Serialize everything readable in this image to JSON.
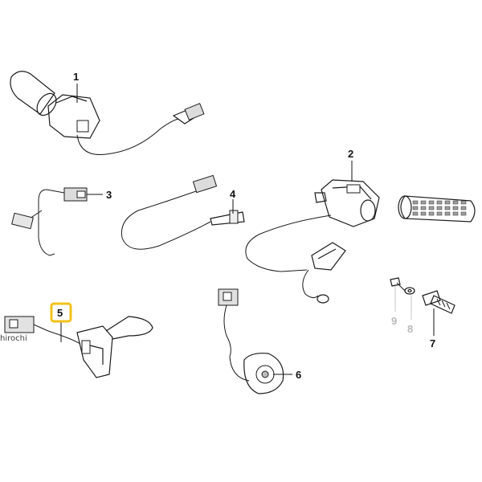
{
  "watermark": "hirochi",
  "colors": {
    "highlight": "#F2C21B",
    "line": "#1b1b1b",
    "faded": "#b9b9b9"
  },
  "callouts": [
    {
      "id": "1",
      "label": "1",
      "faded": false,
      "highlighted": false
    },
    {
      "id": "2",
      "label": "2",
      "faded": false,
      "highlighted": false
    },
    {
      "id": "3",
      "label": "3",
      "faded": false,
      "highlighted": false
    },
    {
      "id": "4",
      "label": "4",
      "faded": false,
      "highlighted": false
    },
    {
      "id": "5",
      "label": "5",
      "faded": false,
      "highlighted": true
    },
    {
      "id": "6",
      "label": "6",
      "faded": false,
      "highlighted": false
    },
    {
      "id": "7",
      "label": "7",
      "faded": false,
      "highlighted": false
    },
    {
      "id": "8",
      "label": "8",
      "faded": true,
      "highlighted": false
    },
    {
      "id": "9",
      "label": "9",
      "faded": true,
      "highlighted": false
    }
  ]
}
